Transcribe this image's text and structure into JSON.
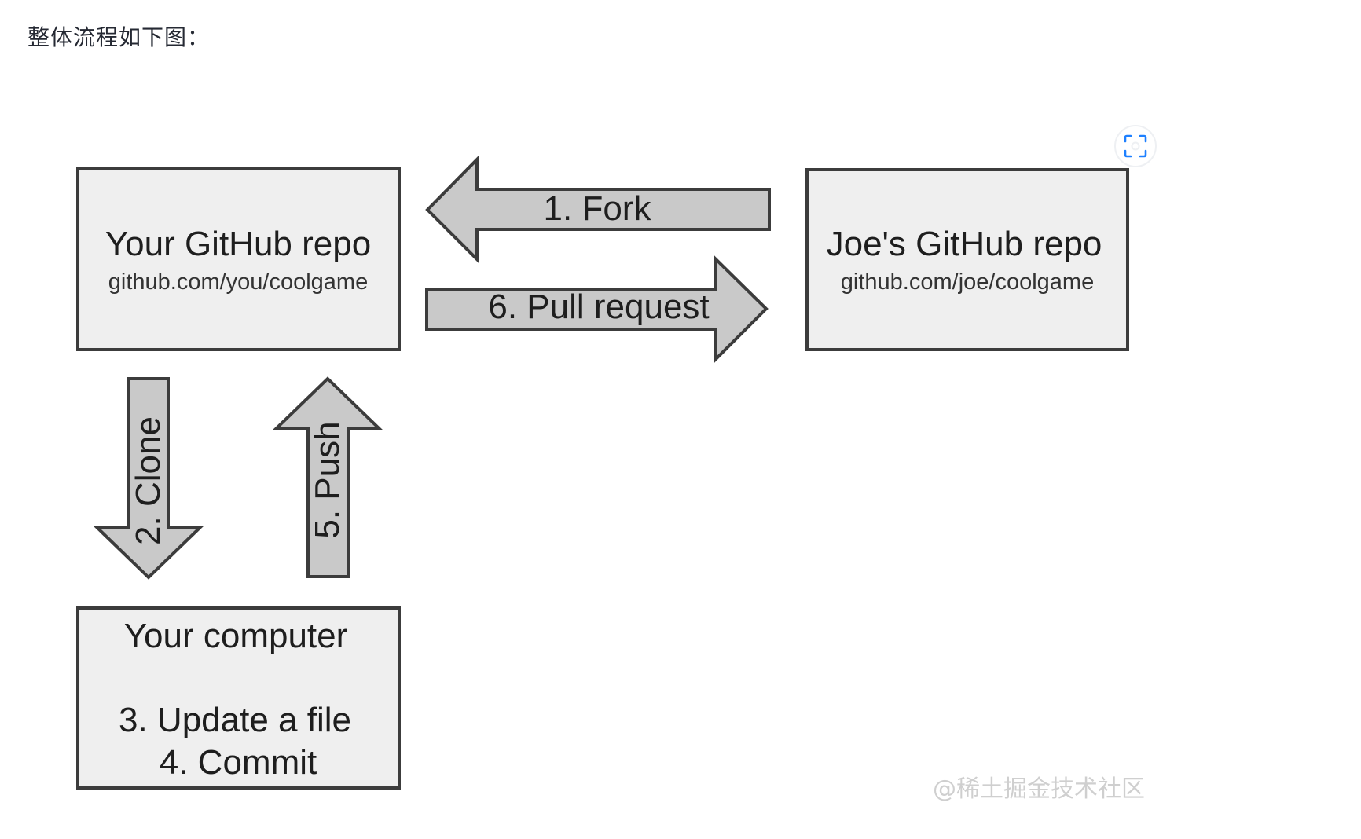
{
  "intro_text": "整体流程如下图：",
  "diagram": {
    "your_repo": {
      "title": "Your GitHub repo",
      "url": "github.com/you/coolgame"
    },
    "joes_repo": {
      "title": "Joe's GitHub repo",
      "url": "github.com/joe/coolgame"
    },
    "your_computer": {
      "title": "Your computer",
      "line1": "3. Update a file",
      "line2": "4. Commit"
    },
    "arrows": {
      "fork": "1. Fork",
      "clone": "2. Clone",
      "push": "5. Push",
      "pull_request": "6. Pull request"
    }
  },
  "watermark": "@稀土掘金技术社区",
  "icons": {
    "zoom": "scan-zoom-icon"
  },
  "colors": {
    "box_fill": "#efefef",
    "arrow_fill": "#c9c9c9",
    "stroke": "#3c3c3c",
    "zoom_icon": "#1e80ff"
  }
}
